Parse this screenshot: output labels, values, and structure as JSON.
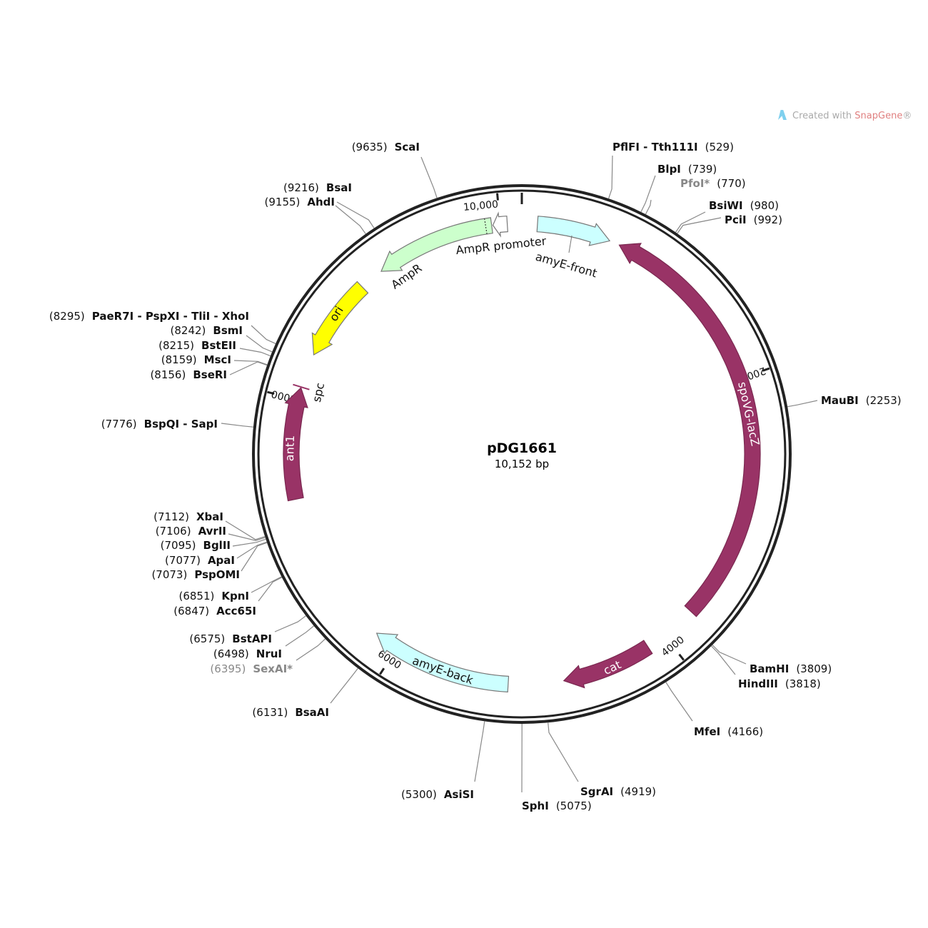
{
  "watermark": {
    "prefix": "Created with ",
    "brand": "SnapGene",
    "suffix": "®"
  },
  "plasmid": {
    "name": "pDG1661",
    "size_label": "10,152 bp",
    "length_bp": 10152
  },
  "ticks": [
    {
      "bp": 2000,
      "label": "2000"
    },
    {
      "bp": 4000,
      "label": "4000"
    },
    {
      "bp": 6000,
      "label": "6000"
    },
    {
      "bp": 8000,
      "label": "8000"
    },
    {
      "bp": 10000,
      "label": "10,000"
    }
  ],
  "features": [
    {
      "name": "amyE-front",
      "start": 110,
      "end": 632,
      "direction": "forward",
      "color": "#ccffff",
      "text_white": false
    },
    {
      "name": "spoVG-lacZ",
      "start": 705,
      "end": 3750,
      "direction": "reverse",
      "color": "#993366",
      "text_white": true
    },
    {
      "name": "cat",
      "start": 4140,
      "end": 4780,
      "direction": "forward",
      "color": "#993366",
      "text_white": true
    },
    {
      "name": "amyE-back",
      "start": 5172,
      "end": 6176,
      "direction": "forward",
      "color": "#ccffff",
      "text_white": false
    },
    {
      "name": "ant1",
      "start": 7295,
      "end": 8085,
      "direction": "forward",
      "color": "#993366",
      "text_white": true
    },
    {
      "name": "ori",
      "start": 8333,
      "end": 8920,
      "direction": "reverse",
      "color": "#ffff00",
      "text_white": false
    },
    {
      "name": "AmpR",
      "start": 9092,
      "end": 9940,
      "direction": "reverse",
      "color": "#ccffcc",
      "text_white": false
    },
    {
      "name": "AmpR promoter",
      "start": 9949,
      "end": 10050,
      "direction": "reverse",
      "color": "#ffffff",
      "text_white": false
    }
  ],
  "markers": [
    {
      "name": "spc",
      "bp": 8090,
      "color": "#993366"
    }
  ],
  "enzymes": [
    {
      "name": "ScaI",
      "pos": "(9635)",
      "bp": 9635,
      "muted": false
    },
    {
      "name": "BsaI",
      "pos": "(9216)",
      "bp": 9216,
      "muted": false
    },
    {
      "name": "AhdI",
      "pos": "(9155)",
      "bp": 9155,
      "muted": false
    },
    {
      "name": "PflFI - Tth111I",
      "pos": "(529)",
      "bp": 529,
      "muted": false
    },
    {
      "name": "BlpI",
      "pos": "(739)",
      "bp": 739,
      "muted": false
    },
    {
      "name": "PfoI*",
      "pos": "(770)",
      "bp": 770,
      "muted": true
    },
    {
      "name": "BsiWI",
      "pos": "(980)",
      "bp": 980,
      "muted": false
    },
    {
      "name": "PciI",
      "pos": "(992)",
      "bp": 992,
      "muted": false
    },
    {
      "name": "MauBI",
      "pos": "(2253)",
      "bp": 2253,
      "muted": false
    },
    {
      "name": "BamHI",
      "pos": "(3809)",
      "bp": 3809,
      "muted": false
    },
    {
      "name": "HindIII",
      "pos": "(3818)",
      "bp": 3818,
      "muted": false
    },
    {
      "name": "MfeI",
      "pos": "(4166)",
      "bp": 4166,
      "muted": false
    },
    {
      "name": "SgrAI",
      "pos": "(4919)",
      "bp": 4919,
      "muted": false
    },
    {
      "name": "SphI",
      "pos": "(5075)",
      "bp": 5075,
      "muted": false
    },
    {
      "name": "AsiSI",
      "pos": "(5300)",
      "bp": 5300,
      "muted": false
    },
    {
      "name": "BsaAI",
      "pos": "(6131)",
      "bp": 6131,
      "muted": false
    },
    {
      "name": "SexAI*",
      "pos": "(6395)",
      "bp": 6395,
      "muted": true
    },
    {
      "name": "NruI",
      "pos": "(6498)",
      "bp": 6498,
      "muted": false
    },
    {
      "name": "BstAPI",
      "pos": "(6575)",
      "bp": 6575,
      "muted": false
    },
    {
      "name": "Acc65I",
      "pos": "(6847)",
      "bp": 6847,
      "muted": false
    },
    {
      "name": "KpnI",
      "pos": "(6851)",
      "bp": 6851,
      "muted": false
    },
    {
      "name": "PspOMI",
      "pos": "(7073)",
      "bp": 7073,
      "muted": false
    },
    {
      "name": "ApaI",
      "pos": "(7077)",
      "bp": 7077,
      "muted": false
    },
    {
      "name": "BglII",
      "pos": "(7095)",
      "bp": 7095,
      "muted": false
    },
    {
      "name": "AvrII",
      "pos": "(7106)",
      "bp": 7106,
      "muted": false
    },
    {
      "name": "XbaI",
      "pos": "(7112)",
      "bp": 7112,
      "muted": false
    },
    {
      "name": "BspQI - SapI",
      "pos": "(7776)",
      "bp": 7776,
      "muted": false
    },
    {
      "name": "BseRI",
      "pos": "(8156)",
      "bp": 8156,
      "muted": false
    },
    {
      "name": "MscI",
      "pos": "(8159)",
      "bp": 8159,
      "muted": false
    },
    {
      "name": "BstEII",
      "pos": "(8215)",
      "bp": 8215,
      "muted": false
    },
    {
      "name": "BsmI",
      "pos": "(8242)",
      "bp": 8242,
      "muted": false
    },
    {
      "name": "PaeR7I - PspXI - TliI - XhoI",
      "pos": "(8295)",
      "bp": 8295,
      "muted": false
    }
  ]
}
